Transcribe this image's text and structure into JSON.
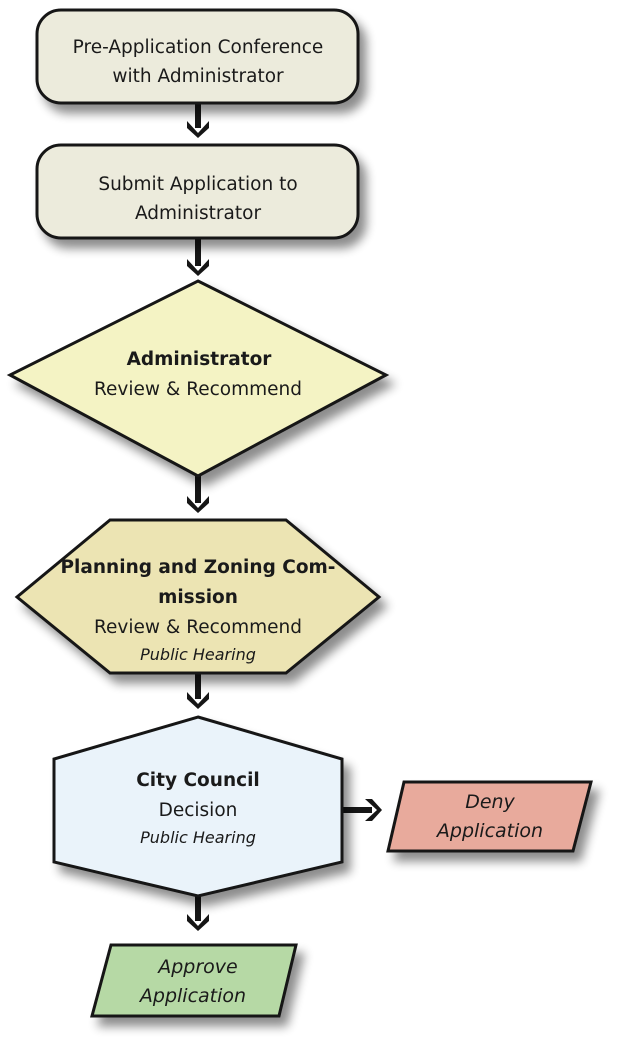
{
  "diagram": {
    "type": "flowchart",
    "colors": {
      "stroke": "#161616",
      "terminal_fill": "#ecebdc",
      "decision_fill": "#f4f3c4",
      "commission_fill": "#ece4b3",
      "council_fill": "#eaf3fa",
      "deny_fill": "#e8aa9c",
      "approve_fill": "#b6d9a5"
    },
    "nodes": {
      "pre_application": {
        "shape": "rounded-rectangle",
        "lines": [
          "Pre-Application Conference",
          "with Administrator"
        ]
      },
      "submit_application": {
        "shape": "rounded-rectangle",
        "lines": [
          "Submit Application to",
          "Administrator"
        ]
      },
      "administrator": {
        "shape": "diamond",
        "title": "Administrator",
        "action": "Review & Recommend"
      },
      "planning_zoning": {
        "shape": "hexagon",
        "title_lines": [
          "Planning and Zoning Com-",
          "mission"
        ],
        "action": "Review & Recommend",
        "note": "Public Hearing"
      },
      "city_council": {
        "shape": "hexagon",
        "title": "City Council",
        "action": "Decision",
        "note": "Public Hearing"
      },
      "deny": {
        "shape": "parallelogram",
        "lines": [
          "Deny",
          "Application"
        ]
      },
      "approve": {
        "shape": "parallelogram",
        "lines": [
          "Approve",
          "Application"
        ]
      }
    },
    "edges": [
      {
        "from": "pre_application",
        "to": "submit_application"
      },
      {
        "from": "submit_application",
        "to": "administrator"
      },
      {
        "from": "administrator",
        "to": "planning_zoning"
      },
      {
        "from": "planning_zoning",
        "to": "city_council"
      },
      {
        "from": "city_council",
        "to": "deny"
      },
      {
        "from": "city_council",
        "to": "approve"
      }
    ]
  }
}
